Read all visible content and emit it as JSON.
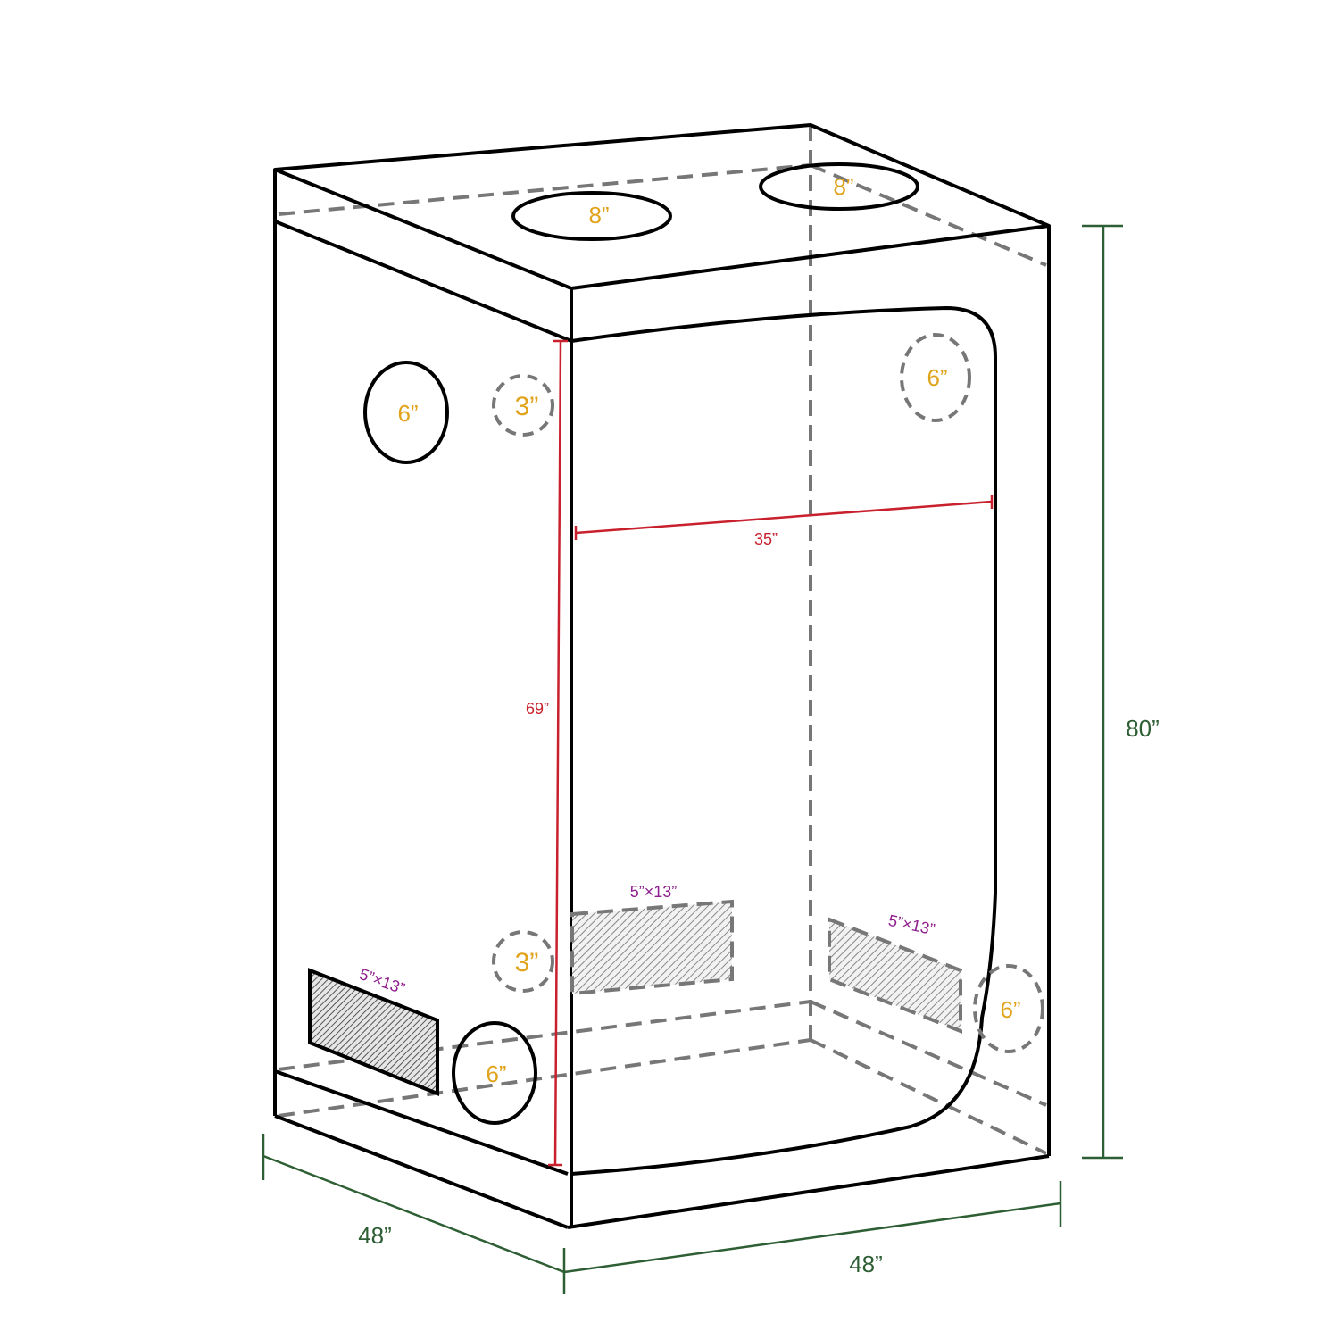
{
  "diagram": {
    "subject": "grow tent dimensions",
    "outer_dimensions": {
      "height": "80”",
      "width_front": "48”",
      "depth_side": "48”"
    },
    "door_dimensions": {
      "height": "69”",
      "width": "35”"
    },
    "ports": {
      "top_left": "8”",
      "top_right": "8”",
      "left_upper": "6”",
      "left_upper_small": "3”",
      "left_lower_small": "3”",
      "left_lower": "6”",
      "back_upper": "6”",
      "back_lower": "6”"
    },
    "vents": {
      "left": "5”×13”",
      "back_left": "5”×13”",
      "back_right": "5”×13”"
    },
    "colors": {
      "outline": "#000000",
      "hidden_line": "#777777",
      "port_label": "#e0a31b",
      "vent_label": "#8e1e8e",
      "inner_dimension": "#c8202c",
      "outer_dimension": "#2e5e34"
    }
  }
}
